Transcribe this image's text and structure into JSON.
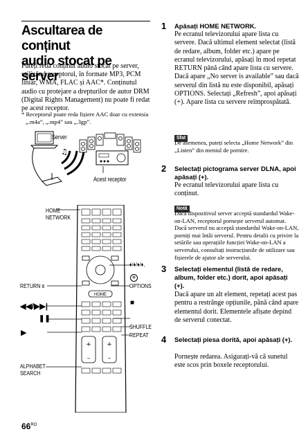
{
  "title": {
    "line1": "Ascultarea de conținut",
    "line2": "audio stocat pe server"
  },
  "intro": "Puteți reda conținut audio stocat pe server, utilizând receptorul, în formate MP3, PCM liniar, WMA, FLAC și AAC*. Conținutul audio cu protejare a drepturilor de autor DRM (Digital Rights Management) nu poate fi redat pe acest receptor.",
  "footnote": "* Receptorul poate reda fișiere AAC doar cu extensia „.m4a”, „.mp4” sau „.3gp”.",
  "diagram": {
    "server_label": "Server",
    "receiver_label": "Acest receptor"
  },
  "remote_labels": {
    "home_network": [
      "HOME",
      "NETWORK"
    ],
    "return": "RETURN",
    "arrows": "♦/♦/♦/♦,",
    "options": "OPTIONS",
    "shuffle": "SHUFFLE",
    "repeat": "REPEAT",
    "alphabet_search": [
      "ALPHABET",
      "SEARCH"
    ],
    "home_button": "HOME"
  },
  "steps": [
    {
      "num": "1",
      "head": "Apăsați HOME NETWORK.",
      "body": "Pe ecranul televizorului apare lista cu servere. Dacă ultimul element selectat (listă de redare, album, folder etc.) apare pe ecranul televizorului, apăsați în mod repetat RETURN până când apare lista cu servere. Dacă apare „No server is available” sau dacă serverul din listă nu este disponibil, apăsați OPTIONS. Selectați „Refresh”, apoi apăsați (+). Apare lista cu servere reîmprospătată."
    },
    {
      "num": "2",
      "head": "Selectați pictograma server DLNA, apoi apăsați (+).",
      "body": "Pe ecranul televizorului apare lista cu conținut."
    },
    {
      "num": "3",
      "head": "Selectați elementul (listă de redare, album, folder etc.) dorit, apoi apăsați (+).",
      "body": "Dacă apare un alt element, repetați acest pas pentru a restrânge opțiunile, până când apare elementul dorit. Elementele afișate depind de serverul conectat."
    },
    {
      "num": "4",
      "head": "Selectați piesa dorită, apoi apăsați (+).",
      "body": "Pornește redarea. Asigurați-vă că sunetul este scos prin boxele receptorului."
    }
  ],
  "tip": {
    "tag": "Sfat",
    "text": "De asemenea, puteți selecta „Home Network” din „Listen” din meniul de pornire."
  },
  "note": {
    "tag": "Notă",
    "text": "Dacă dispozitivul server acceptă standardul Wake-on-LAN, receptorul pornește serverul automat. Dacă serverul nu acceptă standardul Wake-on-LAN, porniți mai întâi serverul. Pentru detalii cu privire la setările sau operațiile funcției Wake-on-LAN a serverului, consultați instrucțiunile de utilizare sau fișierele de ajutor ale serverului."
  },
  "page": {
    "number": "66",
    "suffix": "RO"
  }
}
